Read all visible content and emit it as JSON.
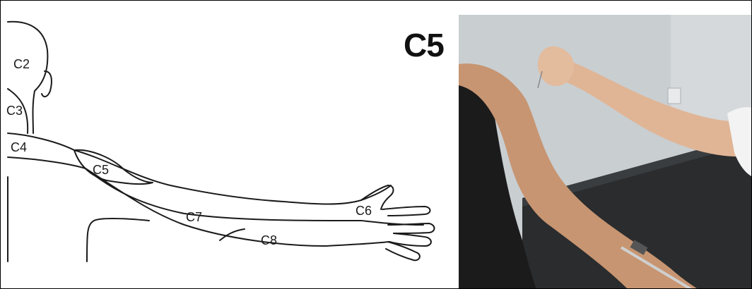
{
  "panel_title": "C5",
  "dermatome_labels": {
    "c2": "C2",
    "c3": "C3",
    "c4": "C4",
    "c5": "C5",
    "c6": "C6",
    "c7": "C7",
    "c8": "C8"
  },
  "colors": {
    "line": "#1a1a1a",
    "wall": "#c9ced1",
    "tank_top": "#1b1b1b",
    "skin": "#c79571",
    "table": "#2a2c2e"
  },
  "photo_subject": "photo-examination-of-shoulder-sensation"
}
